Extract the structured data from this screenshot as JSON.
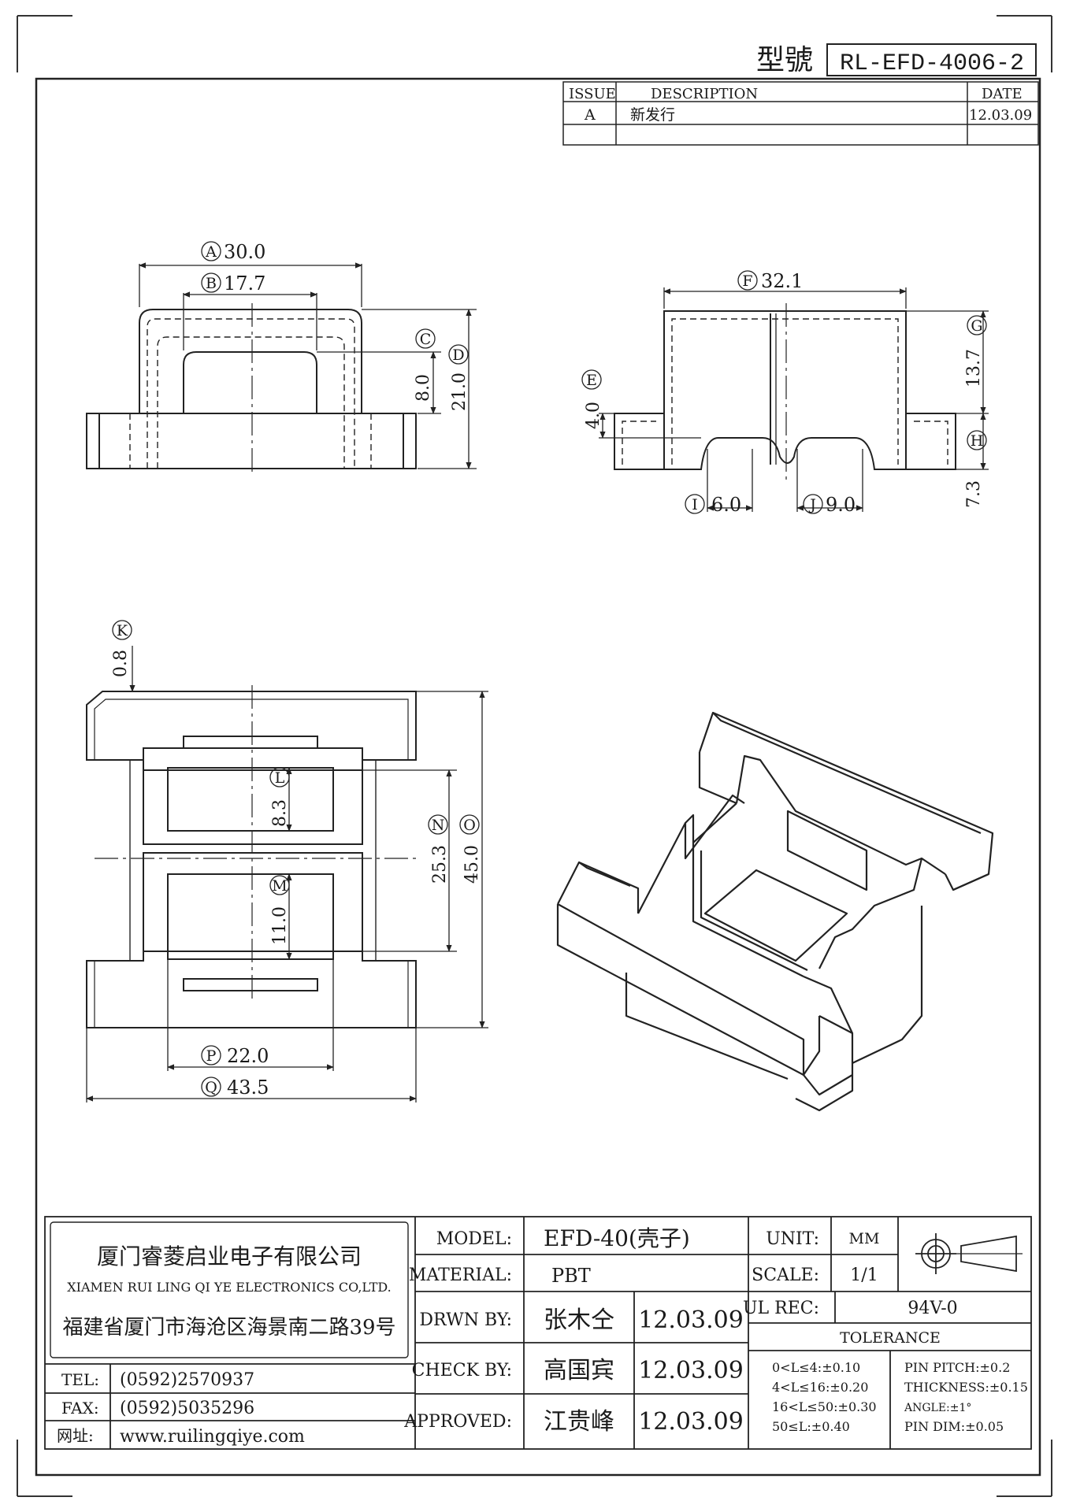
{
  "header": {
    "model_label": "型號",
    "model_no": "RL-EFD-4006-2"
  },
  "revision": {
    "col_issue": "ISSUE",
    "col_description": "DESCRIPTION",
    "col_date": "DATE",
    "rows": [
      {
        "issue": "A",
        "description": "新发行",
        "date": "12.03.09"
      }
    ]
  },
  "dimensions": {
    "A": {
      "letter": "A",
      "value": "30.0"
    },
    "B": {
      "letter": "B",
      "value": "17.7"
    },
    "C": {
      "letter": "C",
      "value": "8.0"
    },
    "D": {
      "letter": "D",
      "value": "21.0"
    },
    "E": {
      "letter": "E",
      "value": "4.0"
    },
    "F": {
      "letter": "F",
      "value": "32.1"
    },
    "G": {
      "letter": "G",
      "value": "13.7"
    },
    "H": {
      "letter": "H",
      "value": "7.3"
    },
    "I": {
      "letter": "I",
      "value": "6.0"
    },
    "J": {
      "letter": "J",
      "value": "9.0"
    },
    "K": {
      "letter": "K",
      "value": "0.8"
    },
    "L": {
      "letter": "L",
      "value": "8.3"
    },
    "M": {
      "letter": "M",
      "value": "11.0"
    },
    "N": {
      "letter": "N",
      "value": "25.3"
    },
    "O": {
      "letter": "O",
      "value": "45.0"
    },
    "P": {
      "letter": "P",
      "value": "22.0"
    },
    "Q": {
      "letter": "Q",
      "value": "43.5"
    }
  },
  "company": {
    "name_cn": "厦门睿菱启业电子有限公司",
    "name_en": "XIAMEN RUI LING QI YE ELECTRONICS CO,LTD.",
    "address": "福建省厦门市海沧区海景南二路39号",
    "tel_label": "TEL:",
    "tel": "(0592)2570937",
    "fax_label": "FAX:",
    "fax": "(0592)5035296",
    "web_label": "网址:",
    "web": "www.ruilingqiye.com"
  },
  "titleblock": {
    "model_label": "MODEL:",
    "model": "EFD-40(壳子)",
    "material_label": "MATERIAL:",
    "material": "PBT",
    "drawn_label": "DRWN BY:",
    "drawn_name": "张木仝",
    "drawn_date": "12.03.09",
    "check_label": "CHECK BY:",
    "check_name": "高国宾",
    "check_date": "12.03.09",
    "approved_label": "APPROVED:",
    "approved_name": "江贵峰",
    "approved_date": "12.03.09",
    "unit_label": "UNIT:",
    "unit": "MM",
    "scale_label": "SCALE:",
    "scale": "1/1",
    "ul_label": "UL REC:",
    "ul": "94V-0",
    "tolerance_label": "TOLERANCE",
    "tol_length": [
      "0<L≤4:±0.10",
      "4<L≤16:±0.20",
      "16<L≤50:±0.30",
      "50≤L:±0.40"
    ],
    "tol_other": [
      "PIN PITCH:±0.2",
      "THICKNESS:±0.15",
      "ANGLE:±1°",
      "PIN DIM:±0.05"
    ],
    "projection_symbol": "first-angle-projection-icon"
  }
}
